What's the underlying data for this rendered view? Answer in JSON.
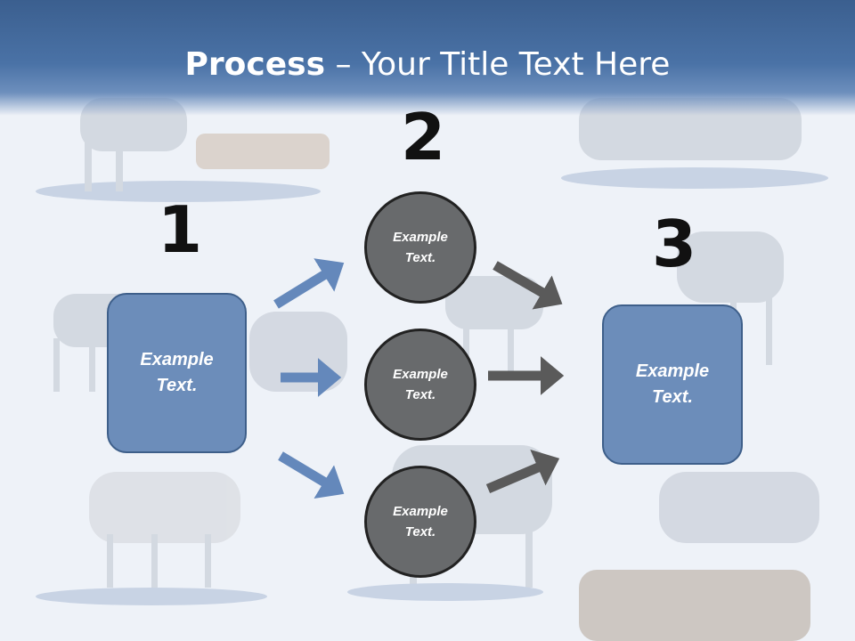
{
  "title": {
    "bold": "Process",
    "rest": " – Your Title Text Here"
  },
  "steps": [
    {
      "number": "1",
      "box_text": "Example\nText."
    },
    {
      "number": "2"
    },
    {
      "number": "3",
      "box_text": "Example\nText."
    }
  ],
  "circles": [
    {
      "text": "Example\nText."
    },
    {
      "text": "Example\nText."
    },
    {
      "text": "Example\nText."
    }
  ],
  "colors": {
    "blue_arrow": "#6488bb",
    "gray_arrow": "#5a5a5a",
    "box": "#6c8dba",
    "circle": "#686a6c"
  },
  "background_image": "reindeer-photo-collage"
}
